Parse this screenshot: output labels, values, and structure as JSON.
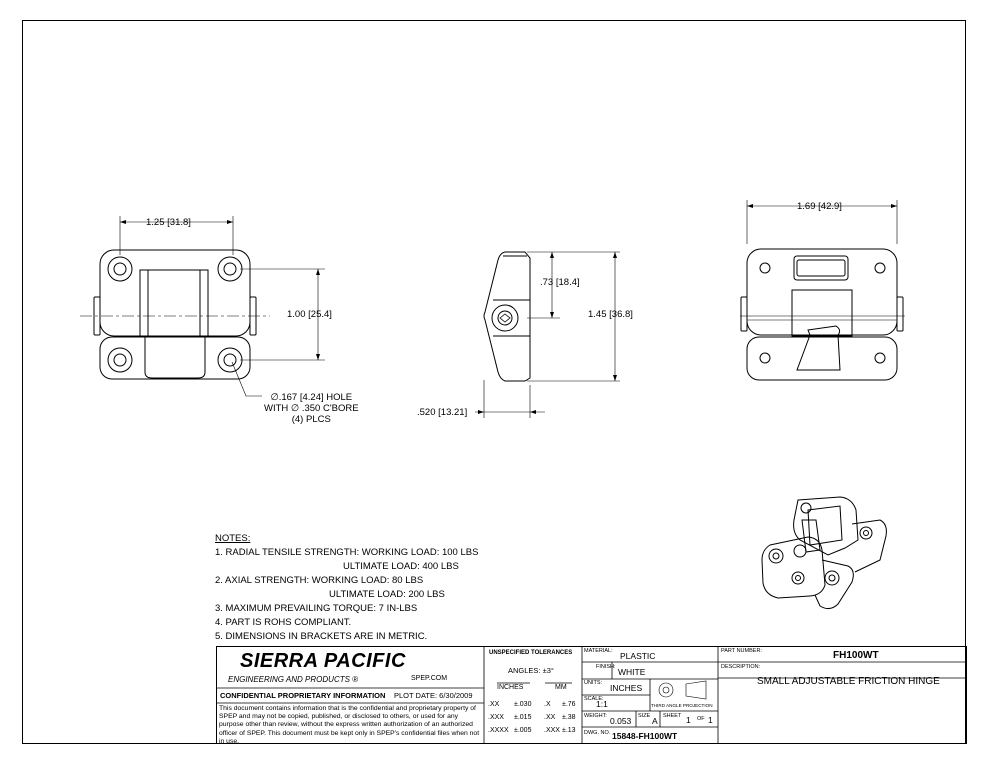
{
  "dimensions": {
    "front_width": "1.25",
    "front_width_mm": "31.8",
    "front_height": "1.00",
    "front_height_mm": "25.4",
    "hole_line1": "∅.167 [4.24] HOLE",
    "hole_line2": "WITH ∅ .350 C'BORE",
    "hole_line3": "(4) PLCS",
    "side_pivot": ".73",
    "side_pivot_mm": "18.4",
    "side_height": "1.45",
    "side_height_mm": "36.8",
    "side_depth": ".520",
    "side_depth_mm": "13.21",
    "back_width": "1.69",
    "back_width_mm": "42.9"
  },
  "notes": {
    "heading": "NOTES:",
    "n1a": "1.   RADIAL TENSILE STRENGTH: WORKING LOAD: 100 LBS",
    "n1b": "ULTIMATE LOAD: 400 LBS",
    "n2a": "2.   AXIAL STRENGTH:   WORKING LOAD: 80 LBS",
    "n2b": "ULTIMATE LOAD: 200 LBS",
    "n3": "3.   MAXIMUM PREVAILING TORQUE:  7 IN-LBS",
    "n4": "4.   PART IS ROHS COMPLIANT.",
    "n5": "5.   DIMENSIONS IN BRACKETS ARE IN METRIC."
  },
  "titleblock": {
    "company": "SIERRA PACIFIC",
    "subtitle": "ENGINEERING AND PRODUCTS",
    "reg": "®",
    "website": "SPEP.COM",
    "confidential": "CONFIDENTIAL PROPRIETARY INFORMATION",
    "plot_date": "PLOT DATE: 6/30/2009",
    "disclaimer": "This document contains information that is the confidential and proprietary property of SPEP and may not be copied, published, or disclosed to others, or used for any purpose  other than review, without the express written authorization of an authorized officer of SPEP. This document must be kept only in SPEP's confidential files when not in use.",
    "tol_title": "UNSPECIFIED TOLERANCES",
    "angles": "ANGLES: ±3°",
    "inches_head": "INCHES",
    "mm_head": "MM",
    "tol_rows": [
      {
        "in_k": ".XX",
        "in_v": "±.030",
        "mm_k": ".X",
        "mm_v": "±.76"
      },
      {
        "in_k": ".XXX",
        "in_v": "±.015",
        "mm_k": ".XX",
        "mm_v": "±.38"
      },
      {
        "in_k": ".XXXX",
        "in_v": "±.005",
        "mm_k": ".XXX",
        "mm_v": "±.13"
      }
    ],
    "material_lbl": "MATERIAL:",
    "material": "PLASTIC",
    "finish_lbl": "FINISH:",
    "finish": "WHITE",
    "units_lbl": "UNITS:",
    "units": "INCHES",
    "scale_lbl": "SCALE:",
    "scale": "1:1",
    "projection": "THIRD ANGLE PROJECTION",
    "weight_lbl": "WEIGHT:",
    "weight": "0.053",
    "size_lbl": "SIZE",
    "size": "A",
    "sheet_lbl": "SHEET",
    "sheet": "1",
    "of_lbl": "OF",
    "sheet_total": "1",
    "dwg_lbl": "DWG. NO.",
    "dwg": "15848-FH100WT",
    "part_lbl": "PART NUMBER:",
    "part": "FH100WT",
    "desc_lbl": "DESCRIPTION:",
    "desc": "SMALL ADJUSTABLE FRICTION HINGE"
  }
}
